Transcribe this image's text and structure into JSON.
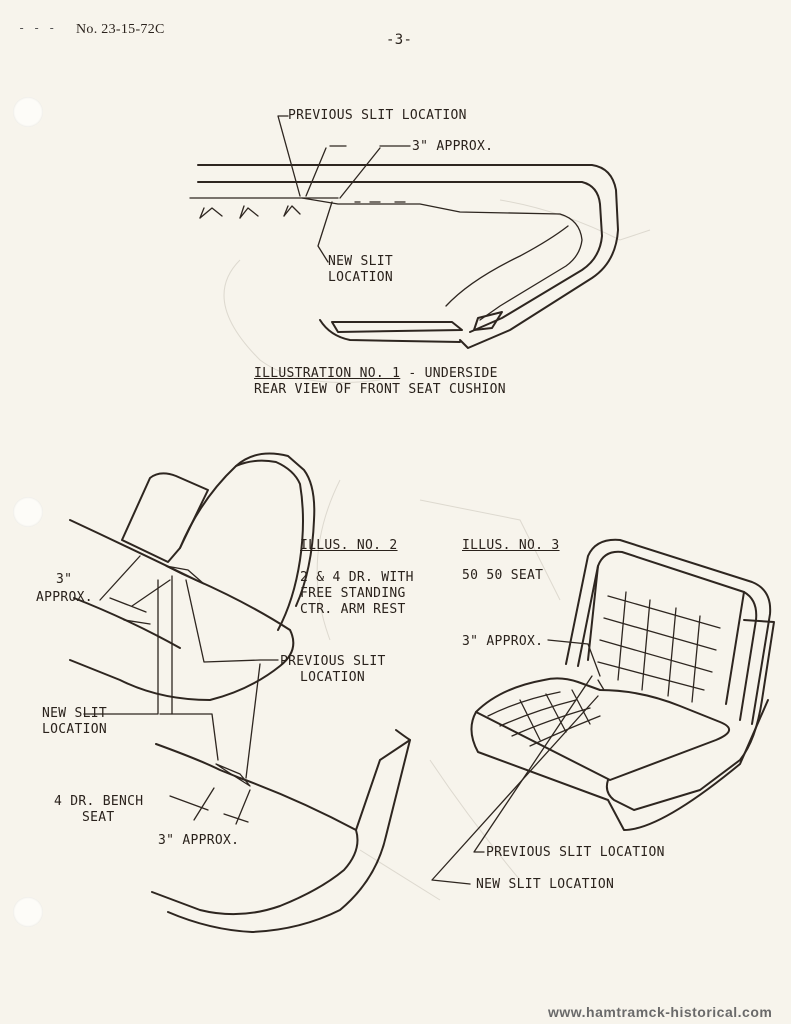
{
  "header": {
    "doc_number": "No. 23-15-72C",
    "page": "-3-"
  },
  "illus1": {
    "previous_slit": "PREVIOUS SLIT LOCATION",
    "approx": "3\" APPROX.",
    "new_slit_1": "NEW SLIT",
    "new_slit_2": "LOCATION",
    "caption_1a": "ILLUSTRATION NO. 1",
    "caption_1b": " - UNDERSIDE",
    "caption_2": "REAR VIEW OF FRONT SEAT CUSHION"
  },
  "illus2": {
    "title": "ILLUS. NO. 2",
    "desc_1": "2 & 4 DR. WITH",
    "desc_2": "FREE STANDING",
    "desc_3": "CTR. ARM REST",
    "approx_1": "3\"",
    "approx_2": "APPROX.",
    "previous_1": "PREVIOUS SLIT",
    "previous_2": "LOCATION",
    "new_1": "NEW SLIT",
    "new_2": "LOCATION",
    "bench_1": "4 DR. BENCH",
    "bench_2": "SEAT",
    "approx_lower": "3\" APPROX."
  },
  "illus3": {
    "title": "ILLUS. NO. 3",
    "desc": "50 50 SEAT",
    "approx": "3\" APPROX.",
    "previous": "PREVIOUS SLIT LOCATION",
    "new": "NEW SLIT LOCATION"
  },
  "footer": {
    "watermark": "www.hamtramck-historical.com"
  }
}
